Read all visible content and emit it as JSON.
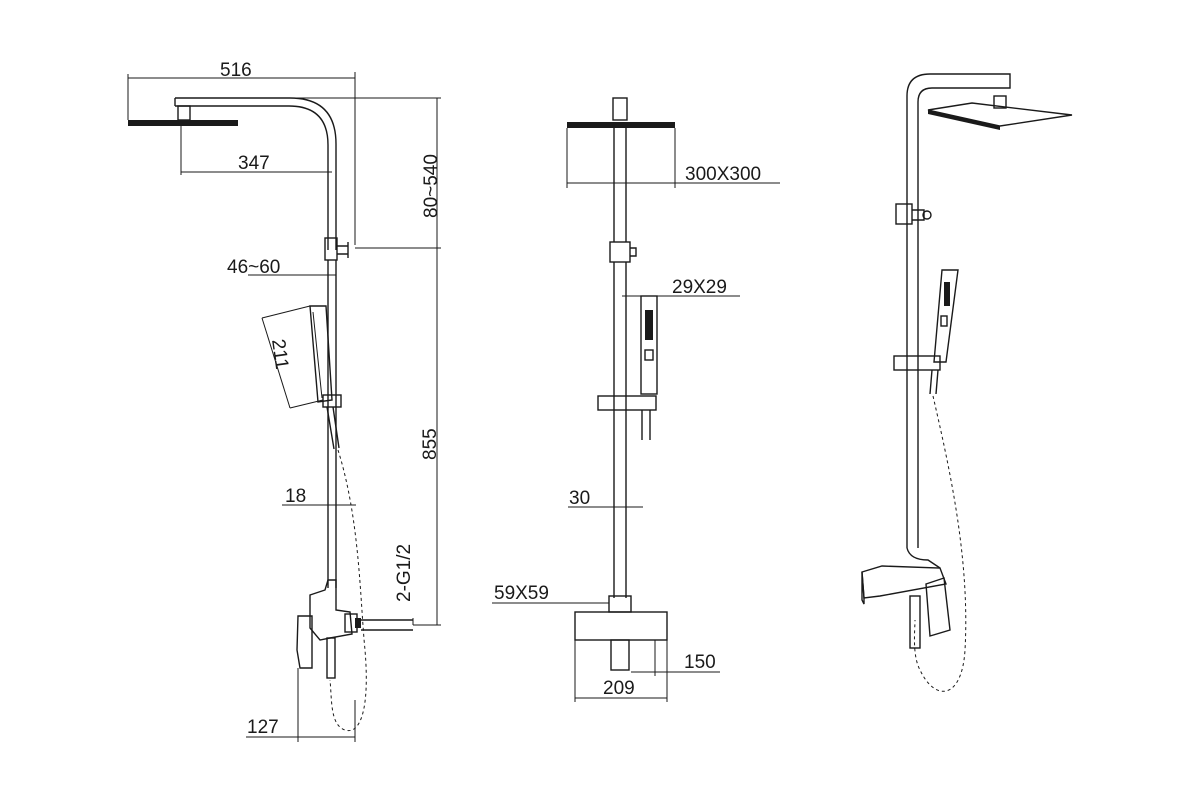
{
  "side_view": {
    "top_width": "516",
    "arm_reach": "347",
    "height_adjust": "80~540",
    "wall_offset": "46~60",
    "hand_shower_length": "211",
    "rail_height": "855",
    "rail_diameter": "18",
    "inlet_thread": "2-G1/2",
    "mixer_depth": "127"
  },
  "front_view": {
    "head_size": "300X300",
    "hand_shower_section": "29X29",
    "tube_size": "30",
    "column_section": "59X59",
    "spout_length": "150",
    "mixer_width": "209"
  }
}
